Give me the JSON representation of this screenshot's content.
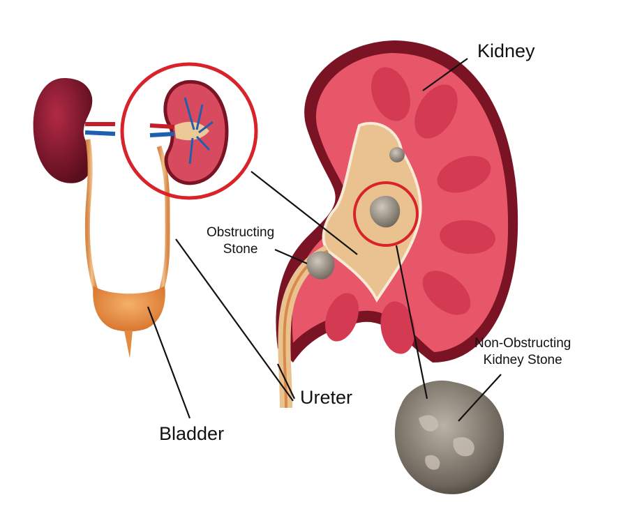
{
  "labels": {
    "kidney": "Kidney",
    "ureter": "Ureter",
    "bladder": "Bladder",
    "obstructing_line1": "Obstructing",
    "obstructing_line2": "Stone",
    "non_obstructing_line1": "Non-Obstructing",
    "non_obstructing_line2": "Kidney Stone"
  },
  "colors": {
    "highlight_circle": "#d9232a",
    "kidney_outer": "#7a1424",
    "kidney_tissue": "#e8566a",
    "pelvis": "#e9c28f",
    "bladder": "#e99a4d",
    "stone": "#a59c8e"
  }
}
